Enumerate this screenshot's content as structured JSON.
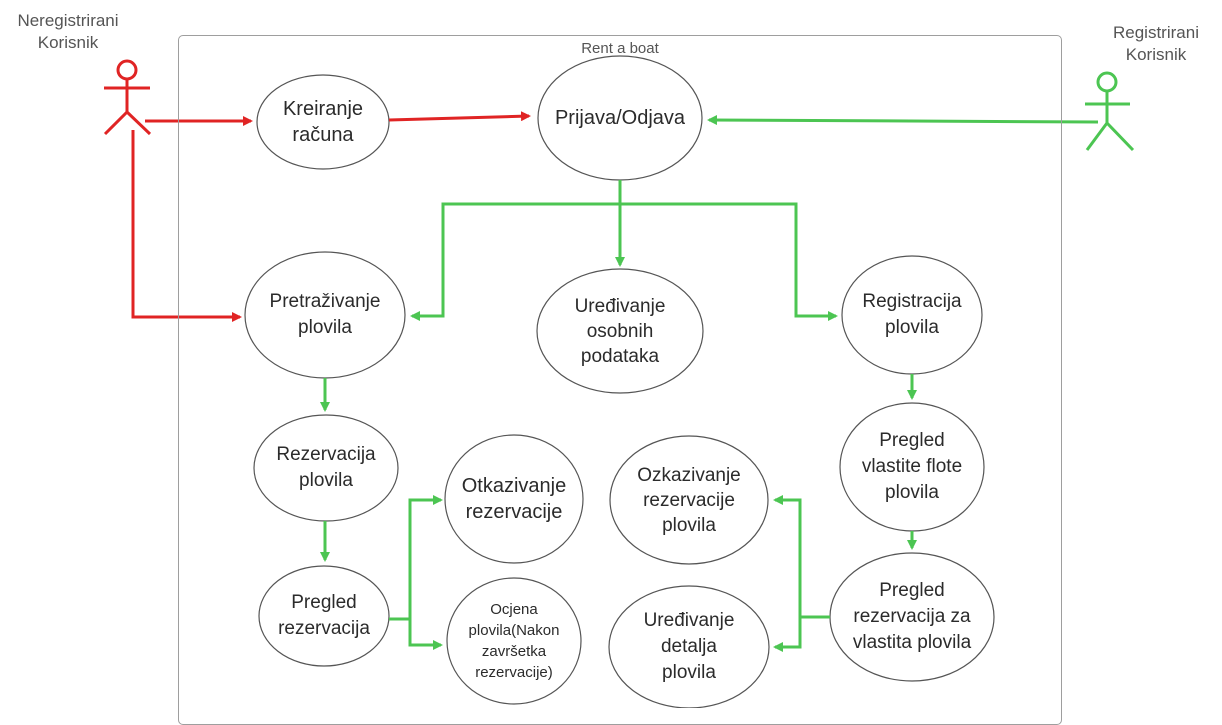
{
  "system": {
    "title": "Rent a boat"
  },
  "actors": {
    "unregistered": {
      "line1": "Neregistrirani",
      "line2": "Korisnik",
      "color": "#e02424"
    },
    "registered": {
      "line1": "Registrirani",
      "line2": "Korisnik",
      "color": "#4cc552"
    }
  },
  "usecases": {
    "kreiranje": [
      "Kreiranje",
      "računa"
    ],
    "prijava": [
      "Prijava/Odjava"
    ],
    "pretrazivanje": [
      "Pretraživanje",
      "plovila"
    ],
    "uredivanje_osobnih": [
      "Uređivanje",
      "osobnih",
      "podataka"
    ],
    "registracija": [
      "Registracija",
      "plovila"
    ],
    "rezervacija": [
      "Rezervacija",
      "plovila"
    ],
    "otkazivanje": [
      "Otkazivanje",
      "rezervacije"
    ],
    "ozkazivanje": [
      "Ozkazivanje",
      "rezervacije",
      "plovila"
    ],
    "pregled_flote": [
      "Pregled",
      "vlastite flote",
      "plovila"
    ],
    "pregled_rezervacija": [
      "Pregled",
      "rezervacija"
    ],
    "ocjena": [
      "Ocjena",
      "plovila(Nakon",
      "završetka",
      "rezervacije)"
    ],
    "uredivanje_detalja": [
      "Uređivanje",
      "detalja",
      "plovila"
    ],
    "pregled_rezervacija_vlastita": [
      "Pregled",
      "rezervacija za",
      "vlastita plovila"
    ]
  },
  "colors": {
    "red": "#e02424",
    "green": "#4cc552",
    "ellipse_stroke": "#555555",
    "box_stroke": "#9e9e9e"
  }
}
